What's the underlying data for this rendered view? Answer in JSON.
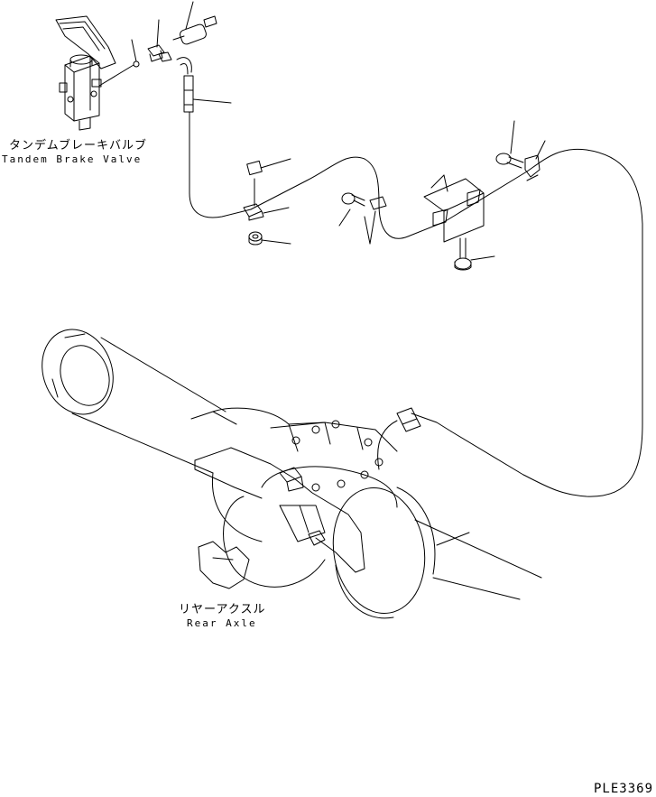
{
  "labels": {
    "brake_valve_jp": "タンデムブレーキバルブ",
    "brake_valve_en": "Tandem Brake Valve",
    "rear_axle_jp": "リヤーアクスル",
    "rear_axle_en": "Rear Axle",
    "drawing_code": "PLE3369"
  },
  "colors": {
    "line": "#000000",
    "background": "#ffffff"
  }
}
